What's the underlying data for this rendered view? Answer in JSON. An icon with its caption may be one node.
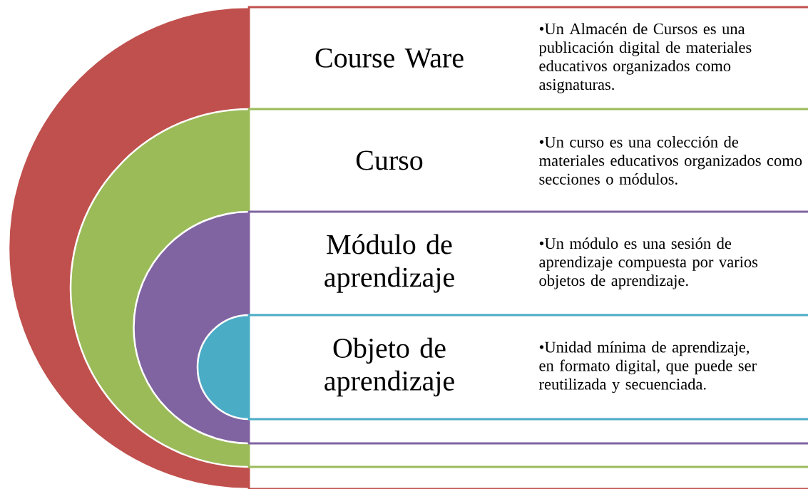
{
  "diagram": {
    "nodes": [
      {
        "text": [
          "Course Ware",
          "•Un  Almacén de Cursos es una publicación digital de materiales educativos organizados como asignaturas."
        ]
      },
      {
        "text": [
          "Curso",
          "•Un curso es una colección de materiales educativos organizados como secciones o módulos."
        ],
        "in": 0
      },
      {
        "text": [
          "Módulo de aprendizaje",
          "•Un módulo es una sesión de aprendizaje compuesta por varios objetos de aprendizaje."
        ],
        "in": 1
      },
      {
        "text": [
          "Objeto de aprendizaje",
          "•Unidad mínima de aprendizaje, en formato digital, que puede ser reutilizada y secuenciada."
        ],
        "in": 2
      }
    ]
  }
}
